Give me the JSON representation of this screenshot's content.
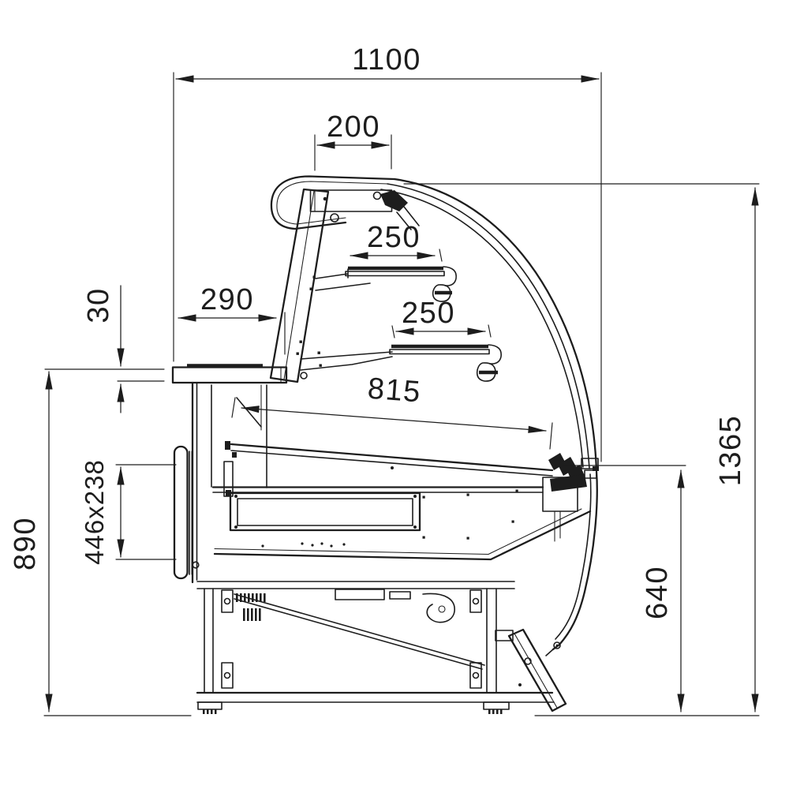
{
  "colors": {
    "ink": "#1d1d1d",
    "background": "#ffffff"
  },
  "drawing": {
    "type": "technical-cross-section",
    "subject": "serve-over display counter side view"
  },
  "dimensions": {
    "total_depth": "1100",
    "canopy_width": "200",
    "upper_shelf_depth": "250",
    "lower_shelf_depth": "250",
    "counter_depth": "290",
    "counter_thickness": "30",
    "deck_depth": "815",
    "bumper_size": "446x238",
    "counter_height": "890",
    "glass_end_height": "640",
    "total_height": "1365"
  }
}
